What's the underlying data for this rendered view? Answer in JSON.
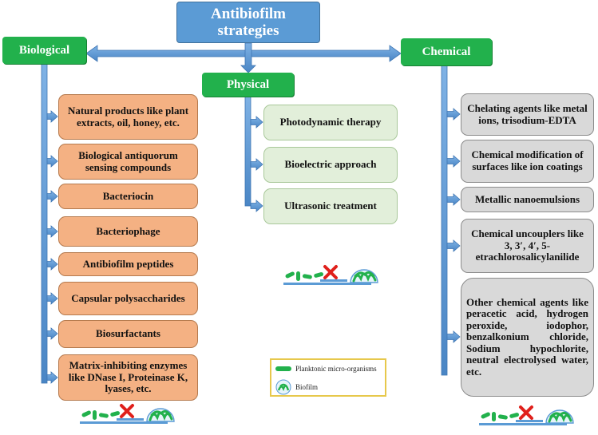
{
  "title": "Antibiofilm strategies",
  "categories": {
    "biological": "Biological",
    "physical": "Physical",
    "chemical": "Chemical"
  },
  "biological_items": [
    "Natural products like plant extracts, oil, honey, etc.",
    "Biological antiquorum sensing compounds",
    "Bacteriocin",
    "Bacteriophage",
    "Antibiofilm  peptides",
    "Capsular polysaccharides",
    "Biosurfactants",
    "Matrix-inhibiting enzymes like DNase I, Proteinase K, lyases, etc."
  ],
  "physical_items": [
    "Photodynamic therapy",
    "Bioelectric approach",
    "Ultrasonic treatment"
  ],
  "chemical_items": [
    "Chelating agents like metal ions, trisodium-EDTA",
    "Chemical modification of surfaces like ion coatings",
    "Metallic nanoemulsions",
    "Chemical uncouplers like 3, 3′, 4′, 5-etrachlorosalicylanilide",
    "Other chemical agents like peracetic acid, hydrogen peroxide, iodophor, benzalkonium chloride, Sodium hypochlorite, neutral electrolysed water, etc."
  ],
  "legend": {
    "planktonic": "Planktonic micro-organisms",
    "biofilm": "Biofilm"
  },
  "colors": {
    "title_fill": "#5b9bd5",
    "category_fill": "#22b14c",
    "biological_fill": "#f4b183",
    "physical_fill": "#e2efda",
    "chemical_fill": "#d9d9d9",
    "arrow": "#5b9bd5",
    "cross": "#e0201b",
    "microbe": "#22b14c"
  }
}
